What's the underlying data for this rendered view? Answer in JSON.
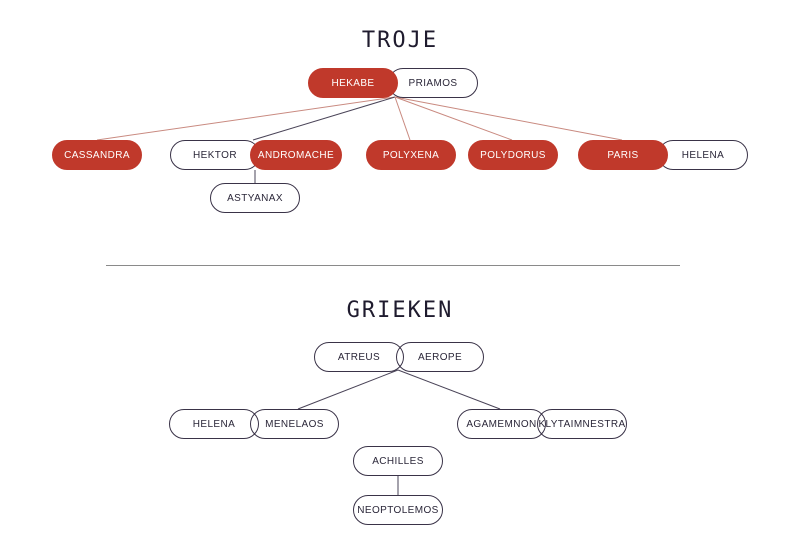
{
  "troje": {
    "title": "TROJE",
    "hekabe": "HEKABE",
    "priamos": "PRIAMOS",
    "cassandra": "CASSANDRA",
    "hektor": "HEKTOR",
    "andromache": "ANDROMACHE",
    "polyxena": "POLYXENA",
    "polydorus": "POLYDORUS",
    "paris": "PARIS",
    "helena": "HELENA",
    "astyanax": "ASTYANAX"
  },
  "grieken": {
    "title": "GRIEKEN",
    "atreus": "ATREUS",
    "aerope": "AEROPE",
    "helena": "HELENA",
    "menelaos": "MENELAOS",
    "agamemnon": "AGAMEMNON",
    "klytaimnestra": "KLYTAIMNESTRA",
    "achilles": "ACHILLES",
    "neoptolemos": "NEOPTOLEMOS"
  },
  "colors": {
    "accent": "#c0392b",
    "outline": "#3a3348",
    "red_link": "#c98a80",
    "dark_link": "#4a4458"
  }
}
